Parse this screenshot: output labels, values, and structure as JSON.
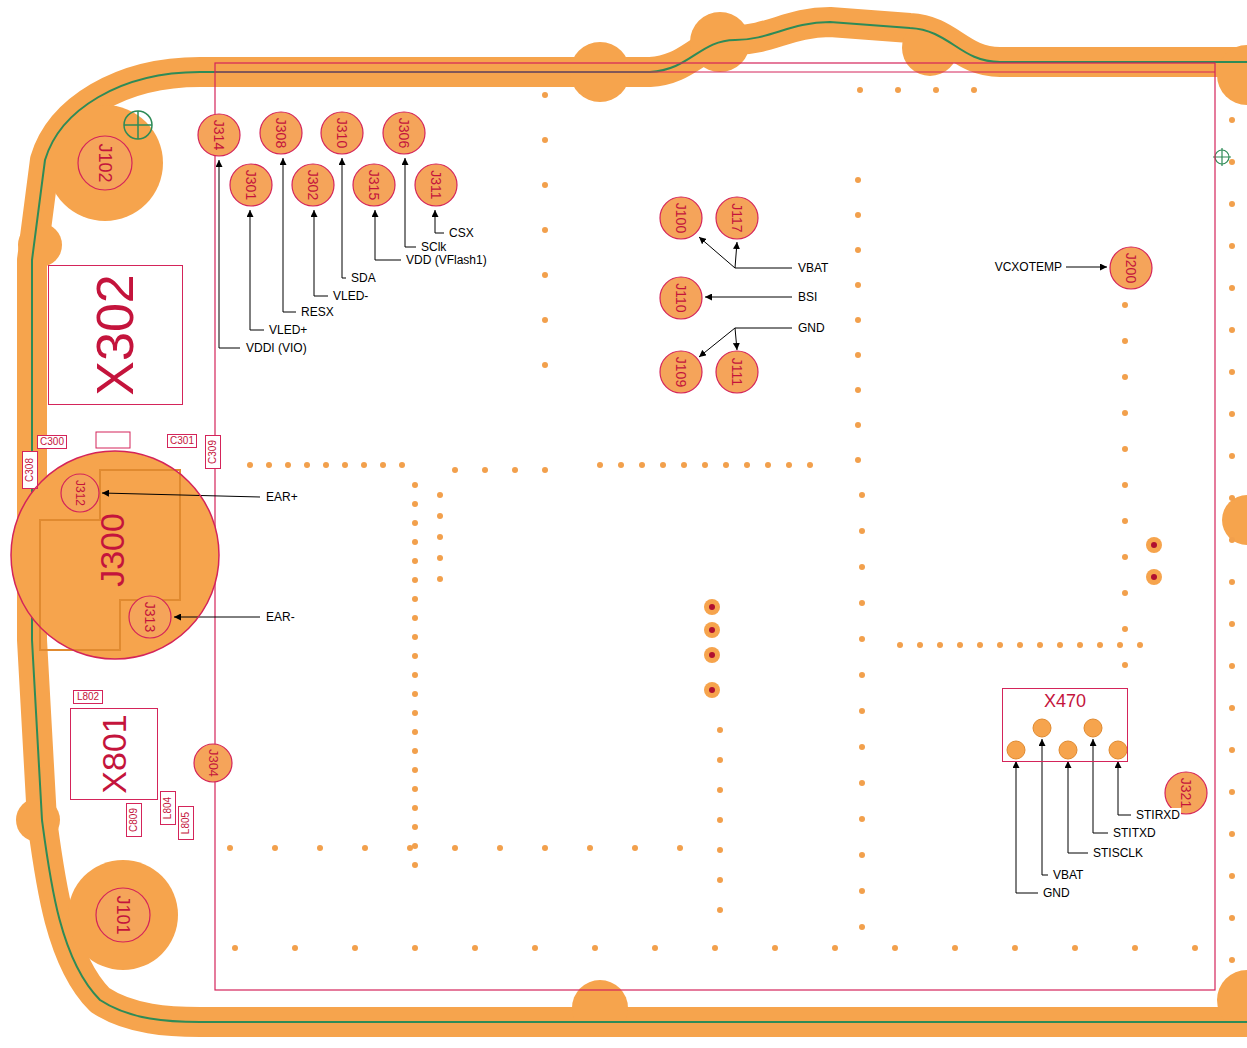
{
  "diagram": {
    "nodes": [
      {
        "text": [
          "J102"
        ]
      },
      {
        "text": [
          "J314"
        ]
      },
      {
        "text": [
          "J308"
        ]
      },
      {
        "text": [
          "J310"
        ]
      },
      {
        "text": [
          "J306"
        ]
      },
      {
        "text": [
          "J301"
        ]
      },
      {
        "text": [
          "J302"
        ]
      },
      {
        "text": [
          "J315"
        ]
      },
      {
        "text": [
          "J311"
        ]
      },
      {
        "text": [
          "J100"
        ]
      },
      {
        "text": [
          "J117"
        ]
      },
      {
        "text": [
          "J200"
        ]
      },
      {
        "text": [
          "J110"
        ]
      },
      {
        "text": [
          "X302"
        ]
      },
      {
        "text": [
          "J109"
        ]
      },
      {
        "text": [
          "J111"
        ]
      },
      {
        "text": [
          "C308"
        ]
      },
      {
        "text": [
          "C300"
        ]
      },
      {
        "text": [
          "C301"
        ]
      },
      {
        "text": [
          "C309"
        ]
      },
      {
        "text": [
          "J300"
        ]
      },
      {
        "text": [
          "J312"
        ],
        "in": 20
      },
      {
        "text": [
          "J313"
        ],
        "in": 20
      },
      {
        "text": [
          "X470"
        ]
      },
      {
        "text": [
          "L802"
        ]
      },
      {
        "text": [
          "X801"
        ]
      },
      {
        "text": [
          "J304"
        ]
      },
      {
        "text": [
          "J321"
        ]
      },
      {
        "text": [
          "C809"
        ]
      },
      {
        "text": [
          "L804"
        ]
      },
      {
        "text": [
          "L805"
        ]
      },
      {
        "text": [
          "J101"
        ]
      }
    ],
    "labels": [
      "CSX",
      "SClk",
      "VDD (VFlash1)",
      "SDA",
      "VLED-",
      "RESX",
      "VLED+",
      "VDDI (VIO)",
      "VCXOTEMP",
      "VBAT",
      "BSI",
      "GND",
      "EAR+",
      "EAR-",
      "STIRXD",
      "STITXD",
      "STISCLK",
      "VBAT",
      "GND"
    ]
  }
}
